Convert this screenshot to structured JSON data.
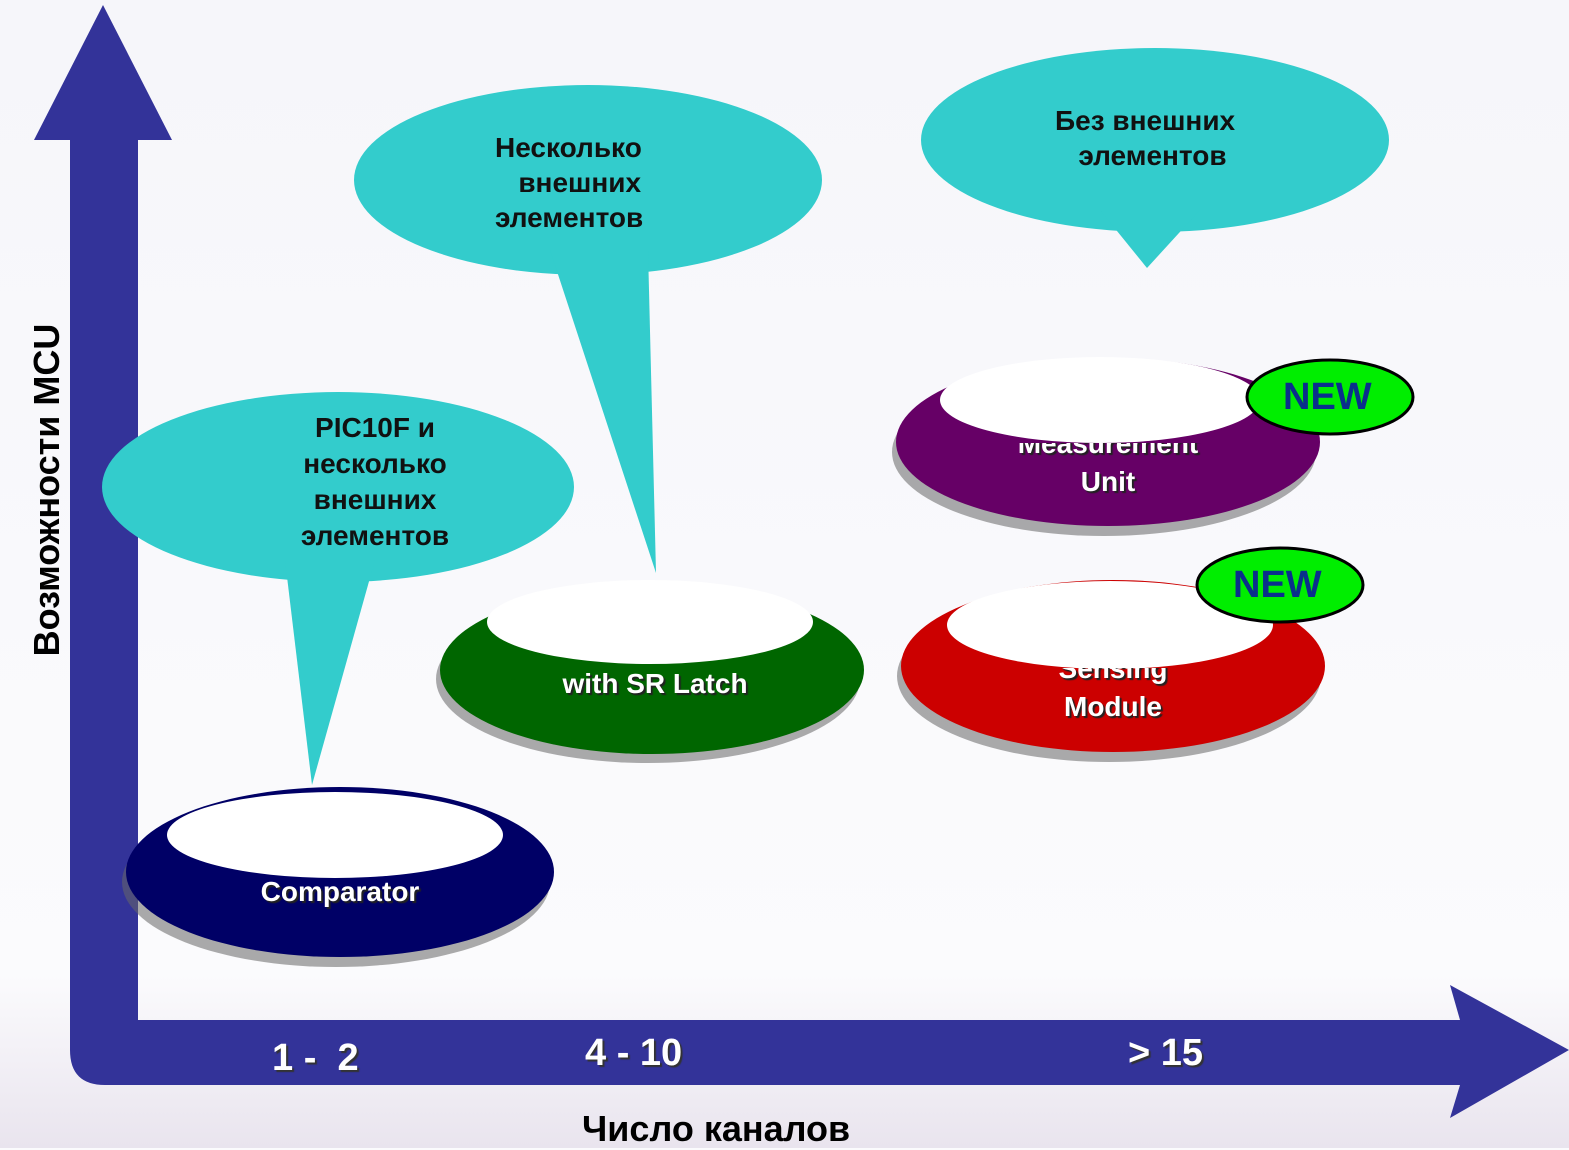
{
  "axes": {
    "y_label": "Возможности MCU",
    "x_label": "Число каналов",
    "x_ticks": [
      "1 -  2",
      "4 - 10",
      "> 15"
    ]
  },
  "callouts": {
    "pic10f": "PIC10F и\nнесколько\nвнешних\nэлементов",
    "several": "Несколько\n   внешних\nэлементов",
    "none": "Без внешних\n   элементов"
  },
  "modules": {
    "comparator": "Comparator",
    "sr_latch": "with SR Latch",
    "cmu": "Measurement\nUnit",
    "csm": "Sensing\nModule"
  },
  "badges": {
    "new_1": "NEW",
    "new_2": "NEW"
  },
  "colors": {
    "axis": "#333399",
    "callout": "#33cccc",
    "comparator": "#000066",
    "sr_latch": "#006600",
    "cmu": "#660066",
    "csm": "#cc0000",
    "badge": "#00ee00"
  }
}
